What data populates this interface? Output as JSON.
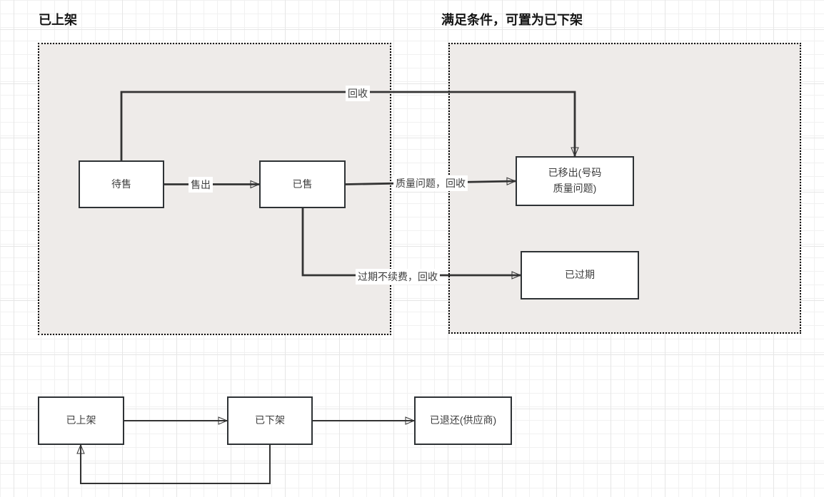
{
  "sections": {
    "listed": {
      "title": "已上架"
    },
    "delistable": {
      "title": "满足条件，可置为已下架"
    }
  },
  "nodes": {
    "for_sale": {
      "label": "待售"
    },
    "sold": {
      "label": "已售"
    },
    "removed": {
      "label": "已移出(号码\n质量问题)"
    },
    "expired": {
      "label": "已过期"
    },
    "on_shelf": {
      "label": "已上架"
    },
    "off_shelf": {
      "label": "已下架"
    },
    "returned": {
      "label": "已退还(供应商)"
    }
  },
  "edge_labels": {
    "sell": "售出",
    "recycle": "回收",
    "quality": "质量问题，回收",
    "expire": "过期不续费，回收"
  },
  "colors": {
    "container_fill": "#eeebe9",
    "container_border": "#000000",
    "edge_stroke": "#333333",
    "node_border": "#2e3235",
    "node_fill": "#ffffff",
    "text": "#3d3d3d",
    "grid_minor": "#f1f1f1",
    "grid_major": "#e6e6e6"
  }
}
